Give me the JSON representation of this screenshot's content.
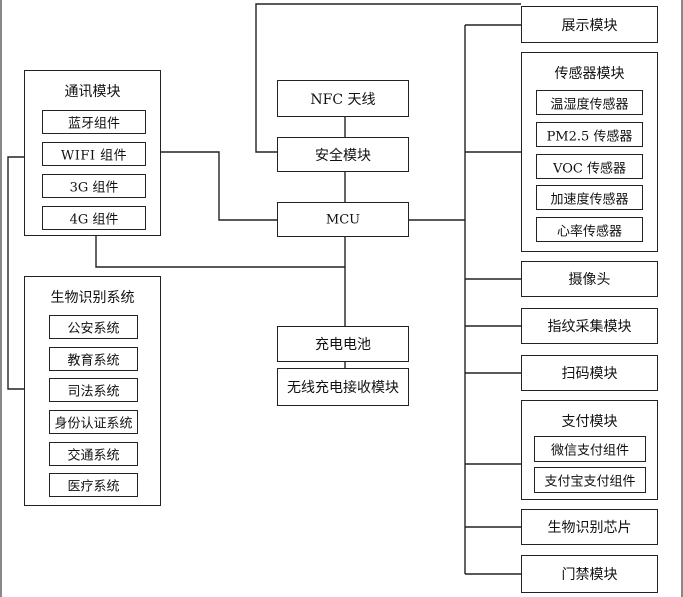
{
  "diagram": {
    "top_module": "展示模块",
    "sensor_module": {
      "title": "传感器模块",
      "items": [
        "温湿度传感器",
        "PM2.5 传感器",
        "VOC 传感器",
        "加速度传感器",
        "心率传感器"
      ]
    },
    "comm_module": {
      "title": "通讯模块",
      "items": [
        "蓝牙组件",
        "WIFI 组件",
        "3G 组件",
        "4G 组件"
      ]
    },
    "bio_system": {
      "title": "生物识别系统",
      "items": [
        "公安系统",
        "教育系统",
        "司法系统",
        "身份认证系统",
        "交通系统",
        "医疗系统"
      ]
    },
    "center": {
      "nfc": "NFC 天线",
      "security": "安全模块",
      "mcu": "MCU",
      "battery": "充电电池",
      "wireless_charge": "无线充电接收模块"
    },
    "right_modules": {
      "camera": "摄像头",
      "fingerprint": "指纹采集模块",
      "scan": "扫码模块",
      "payment": {
        "title": "支付模块",
        "items": [
          "微信支付组件",
          "支付宝支付组件"
        ]
      },
      "bio_chip": "生物识别芯片",
      "access": "门禁模块"
    }
  }
}
